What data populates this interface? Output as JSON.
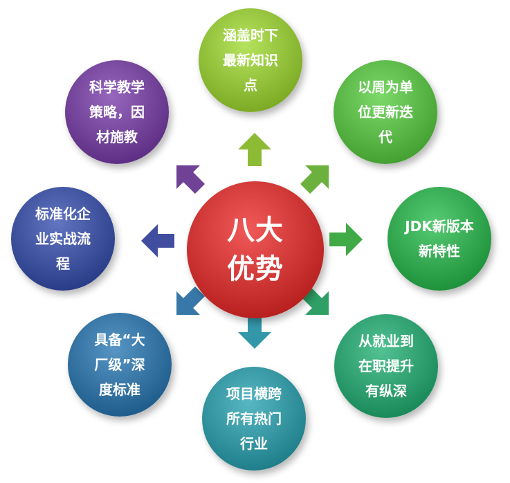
{
  "center": {
    "lines": [
      "八大",
      "优势"
    ],
    "color": "#c8312f"
  },
  "nodes": [
    {
      "id": "top",
      "lines": [
        "涵盖时下",
        "最新知识",
        "点"
      ],
      "color": "#8dbb35"
    },
    {
      "id": "top-right",
      "lines": [
        "以周为单",
        "位更新迭",
        "代"
      ],
      "color": "#54b142"
    },
    {
      "id": "right",
      "lines": [
        "JDK新版本",
        "新特性"
      ],
      "color": "#2fa24c"
    },
    {
      "id": "bottom-right",
      "lines": [
        "从就业到",
        "在职提升",
        "有纵深"
      ],
      "color": "#2a9a6a"
    },
    {
      "id": "bottom",
      "lines": [
        "项目横跨",
        "所有热门",
        "行业"
      ],
      "color": "#2f8f9a"
    },
    {
      "id": "bottom-left",
      "lines": [
        "具备“大",
        "厂级”深",
        "度标准"
      ],
      "color": "#2f6d9c"
    },
    {
      "id": "left",
      "lines": [
        "标准化企",
        "业实战流",
        "程"
      ],
      "color": "#3a4d98"
    },
    {
      "id": "top-left",
      "lines": [
        "科学教学",
        "策略，因",
        "材施教"
      ],
      "color": "#6e3f94"
    }
  ],
  "arrow_colors": {
    "top": "#8dbb35",
    "top-right": "#6cb13e",
    "right": "#40aa47",
    "bottom-right": "#2f9f66",
    "bottom": "#3397aa",
    "bottom-left": "#3878a8",
    "left": "#414ea0",
    "top-left": "#6f4296"
  }
}
